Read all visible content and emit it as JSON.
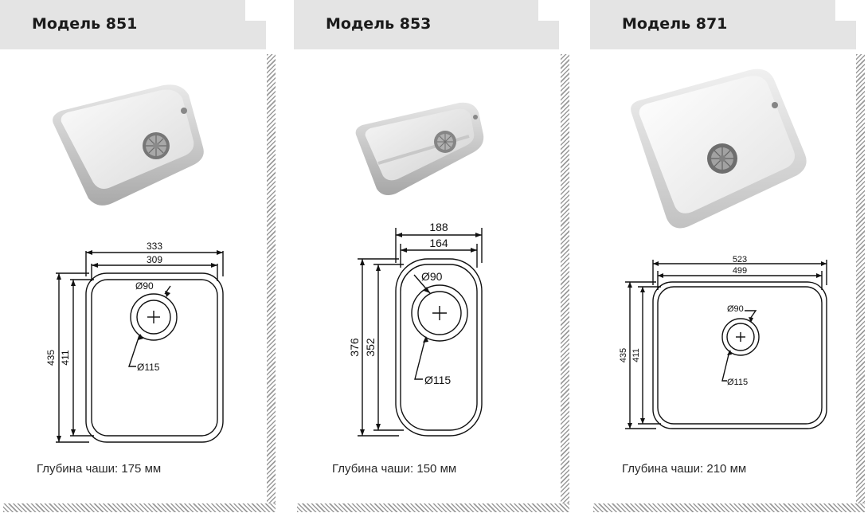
{
  "models": [
    {
      "title": "Модель 851",
      "depth": "Глубина чаши: 175 мм",
      "dims": {
        "outer_width": "333",
        "inner_width": "309",
        "outer_height": "435",
        "inner_height": "411",
        "drain_inner": "Ø90",
        "drain_outer": "Ø115"
      }
    },
    {
      "title": "Модель 853",
      "depth": "Глубина чаши: 150 мм",
      "dims": {
        "outer_width": "188",
        "inner_width": "164",
        "outer_height": "376",
        "inner_height": "352",
        "drain_inner": "Ø90",
        "drain_outer": "Ø115"
      }
    },
    {
      "title": "Модель 871",
      "depth": "Глубина чаши: 210 мм",
      "dims": {
        "outer_width": "523",
        "inner_width": "499",
        "outer_height": "435",
        "inner_height": "411",
        "drain_inner": "Ø90",
        "drain_outer": "Ø115"
      }
    }
  ],
  "colors": {
    "header_bg": "#e4e4e4",
    "hatch": "#9a9a9a",
    "sink_white": "#f2f2f2",
    "sink_shadow": "#bdbdbd"
  }
}
